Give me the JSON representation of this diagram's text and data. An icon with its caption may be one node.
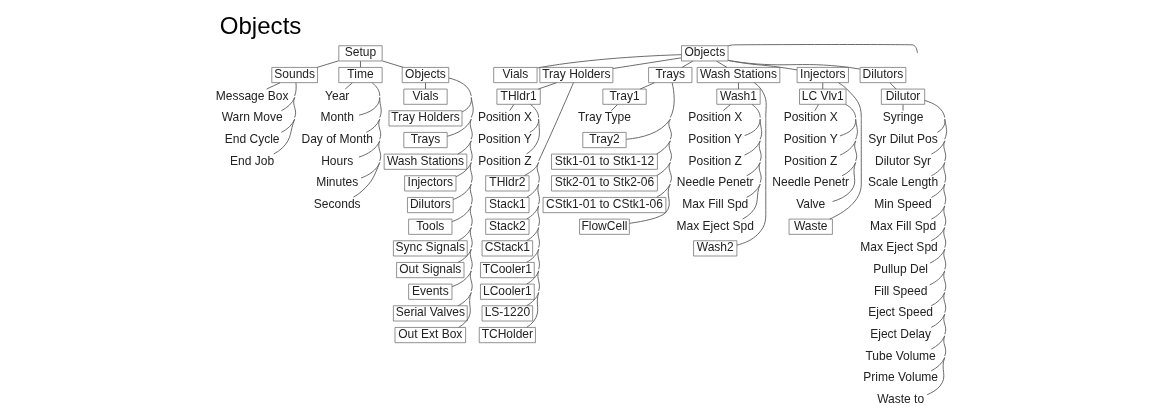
{
  "diagram": {
    "title": "Objects",
    "nodes": [
      {
        "text": [
          "Setup"
        ]
      },
      {
        "text": [
          "Sounds"
        ]
      },
      {
        "text": [
          "Message Box"
        ]
      },
      {
        "text": [
          "Warn Move"
        ]
      },
      {
        "text": [
          "End Cycle"
        ]
      },
      {
        "text": [
          "End Job"
        ]
      },
      {
        "text": [
          "Time"
        ]
      },
      {
        "text": [
          "Year"
        ]
      },
      {
        "text": [
          "Month"
        ]
      },
      {
        "text": [
          "Day of Month"
        ]
      },
      {
        "text": [
          "Hours"
        ]
      },
      {
        "text": [
          "Minutes"
        ]
      },
      {
        "text": [
          "Seconds"
        ]
      },
      {
        "text": [
          "Objects"
        ]
      },
      {
        "text": [
          "Vials"
        ]
      },
      {
        "text": [
          "Tray Holders"
        ]
      },
      {
        "text": [
          "Trays"
        ]
      },
      {
        "text": [
          "Wash Stations"
        ]
      },
      {
        "text": [
          "Injectors"
        ]
      },
      {
        "text": [
          "Dilutors"
        ]
      },
      {
        "text": [
          "Tools"
        ]
      },
      {
        "text": [
          "Sync Signals"
        ]
      },
      {
        "text": [
          "Out Signals"
        ]
      },
      {
        "text": [
          "Events"
        ]
      },
      {
        "text": [
          "Serial Valves"
        ]
      },
      {
        "text": [
          "Out Ext Box"
        ]
      },
      {
        "text": [
          "Objects"
        ]
      },
      {
        "text": [
          "Vials"
        ]
      },
      {
        "text": [
          "Tray Holders"
        ]
      },
      {
        "text": [
          "THldr1"
        ]
      },
      {
        "text": [
          "Position X"
        ]
      },
      {
        "text": [
          "Position Y"
        ]
      },
      {
        "text": [
          "Position Z"
        ]
      },
      {
        "text": [
          "THldr2"
        ]
      },
      {
        "text": [
          "Stack1"
        ]
      },
      {
        "text": [
          "Stack2"
        ]
      },
      {
        "text": [
          "CStack1"
        ]
      },
      {
        "text": [
          "TCooler1"
        ]
      },
      {
        "text": [
          "LCooler1"
        ]
      },
      {
        "text": [
          "LS-1220"
        ]
      },
      {
        "text": [
          "TCHolder"
        ]
      },
      {
        "text": [
          "Trays"
        ]
      },
      {
        "text": [
          "Tray1"
        ]
      },
      {
        "text": [
          "Tray Type"
        ]
      },
      {
        "text": [
          "Tray2"
        ]
      },
      {
        "text": [
          "Stk1-01 to Stk1-12"
        ]
      },
      {
        "text": [
          "Stk2-01 to Stk2-06"
        ]
      },
      {
        "text": [
          "CStk1-01 to CStk1-06"
        ]
      },
      {
        "text": [
          "FlowCell"
        ]
      },
      {
        "text": [
          "Wash Stations"
        ]
      },
      {
        "text": [
          "Wash1"
        ]
      },
      {
        "text": [
          "Position X"
        ]
      },
      {
        "text": [
          "Position Y"
        ]
      },
      {
        "text": [
          "Position Z"
        ]
      },
      {
        "text": [
          "Needle Penetr"
        ]
      },
      {
        "text": [
          "Max Fill Spd"
        ]
      },
      {
        "text": [
          "Max Eject Spd"
        ]
      },
      {
        "text": [
          "Wash2"
        ]
      },
      {
        "text": [
          "Injectors"
        ]
      },
      {
        "text": [
          "LC Vlv1"
        ]
      },
      {
        "text": [
          "Position X"
        ]
      },
      {
        "text": [
          "Position Y"
        ]
      },
      {
        "text": [
          "Position Z"
        ]
      },
      {
        "text": [
          "Needle Penetr"
        ]
      },
      {
        "text": [
          "Valve"
        ]
      },
      {
        "text": [
          "Waste"
        ]
      },
      {
        "text": [
          "Dilutors"
        ]
      },
      {
        "text": [
          "Dilutor"
        ]
      },
      {
        "text": [
          "Syringe"
        ]
      },
      {
        "text": [
          "Syr Dilut Pos"
        ]
      },
      {
        "text": [
          "Dilutor Syr"
        ]
      },
      {
        "text": [
          "Scale Length"
        ]
      },
      {
        "text": [
          "Min Speed"
        ]
      },
      {
        "text": [
          "Max Fill Spd"
        ]
      },
      {
        "text": [
          "Max Eject Spd"
        ]
      },
      {
        "text": [
          "Pullup Del"
        ]
      },
      {
        "text": [
          "Fill Speed"
        ]
      },
      {
        "text": [
          "Eject Speed"
        ]
      },
      {
        "text": [
          "Eject Delay"
        ]
      },
      {
        "text": [
          "Tube Volume"
        ]
      },
      {
        "text": [
          "Prime Volume"
        ]
      },
      {
        "text": [
          "Waste to"
        ]
      }
    ],
    "edges": [
      {
        "from": 0,
        "to": 1,
        "arrow": "none"
      },
      {
        "from": 0,
        "to": 6,
        "arrow": "none"
      },
      {
        "from": 0,
        "to": 13,
        "arrow": "none"
      },
      {
        "from": 1,
        "to": 2,
        "arrow": "none"
      },
      {
        "from": 1,
        "to": 3,
        "arrow": "none"
      },
      {
        "from": 1,
        "to": 4,
        "arrow": "none"
      },
      {
        "from": 1,
        "to": 5,
        "arrow": "none"
      },
      {
        "from": 6,
        "to": 7,
        "arrow": "none"
      },
      {
        "from": 6,
        "to": 8,
        "arrow": "none"
      },
      {
        "from": 6,
        "to": 9,
        "arrow": "none"
      },
      {
        "from": 6,
        "to": 10,
        "arrow": "none"
      },
      {
        "from": 6,
        "to": 11,
        "arrow": "none"
      },
      {
        "from": 6,
        "to": 12,
        "arrow": "none"
      },
      {
        "from": 13,
        "to": 14,
        "arrow": "none"
      },
      {
        "from": 13,
        "to": 15,
        "arrow": "none"
      },
      {
        "from": 13,
        "to": 16,
        "arrow": "none"
      },
      {
        "from": 13,
        "to": 17,
        "arrow": "none"
      },
      {
        "from": 13,
        "to": 18,
        "arrow": "none"
      },
      {
        "from": 13,
        "to": 19,
        "arrow": "none"
      },
      {
        "from": 13,
        "to": 20,
        "arrow": "none"
      },
      {
        "from": 13,
        "to": 21,
        "arrow": "none"
      },
      {
        "from": 13,
        "to": 22,
        "arrow": "none"
      },
      {
        "from": 13,
        "to": 23,
        "arrow": "none"
      },
      {
        "from": 13,
        "to": 24,
        "arrow": "none"
      },
      {
        "from": 13,
        "to": 25,
        "arrow": "none"
      },
      {
        "from": 26,
        "to": 27,
        "arrow": "none"
      },
      {
        "from": 26,
        "to": 28,
        "arrow": "none"
      },
      {
        "from": 26,
        "to": 41,
        "arrow": "none"
      },
      {
        "from": 26,
        "to": 49,
        "arrow": "none"
      },
      {
        "from": 26,
        "to": 58,
        "arrow": "none"
      },
      {
        "from": 26,
        "to": 66,
        "arrow": "none"
      },
      {
        "from": 26,
        "to": null,
        "arrow": "none"
      },
      {
        "from": 28,
        "to": 29,
        "arrow": "none"
      },
      {
        "from": 29,
        "to": 30,
        "arrow": "none"
      },
      {
        "from": 29,
        "to": 31,
        "arrow": "none"
      },
      {
        "from": 29,
        "to": 32,
        "arrow": "none"
      },
      {
        "from": 28,
        "to": 33,
        "arrow": "none"
      },
      {
        "from": 28,
        "to": 34,
        "arrow": "none"
      },
      {
        "from": 28,
        "to": 35,
        "arrow": "none"
      },
      {
        "from": 28,
        "to": 36,
        "arrow": "none"
      },
      {
        "from": 28,
        "to": 37,
        "arrow": "none"
      },
      {
        "from": 28,
        "to": 38,
        "arrow": "none"
      },
      {
        "from": 28,
        "to": 39,
        "arrow": "none"
      },
      {
        "from": 28,
        "to": 40,
        "arrow": "none"
      },
      {
        "from": 41,
        "to": 42,
        "arrow": "none"
      },
      {
        "from": 42,
        "to": 43,
        "arrow": "none"
      },
      {
        "from": 41,
        "to": 44,
        "arrow": "none"
      },
      {
        "from": 41,
        "to": 45,
        "arrow": "none"
      },
      {
        "from": 41,
        "to": 46,
        "arrow": "none"
      },
      {
        "from": 41,
        "to": 47,
        "arrow": "none"
      },
      {
        "from": 41,
        "to": 48,
        "arrow": "none"
      },
      {
        "from": 49,
        "to": 50,
        "arrow": "none"
      },
      {
        "from": 50,
        "to": 51,
        "arrow": "none"
      },
      {
        "from": 50,
        "to": 52,
        "arrow": "none"
      },
      {
        "from": 50,
        "to": 53,
        "arrow": "none"
      },
      {
        "from": 50,
        "to": 54,
        "arrow": "none"
      },
      {
        "from": 50,
        "to": 55,
        "arrow": "none"
      },
      {
        "from": 50,
        "to": 56,
        "arrow": "none"
      },
      {
        "from": 49,
        "to": 57,
        "arrow": "none"
      },
      {
        "from": 58,
        "to": 59,
        "arrow": "none"
      },
      {
        "from": 59,
        "to": 60,
        "arrow": "none"
      },
      {
        "from": 59,
        "to": 61,
        "arrow": "none"
      },
      {
        "from": 59,
        "to": 62,
        "arrow": "none"
      },
      {
        "from": 59,
        "to": 63,
        "arrow": "none"
      },
      {
        "from": 59,
        "to": 64,
        "arrow": "none"
      },
      {
        "from": 58,
        "to": 65,
        "arrow": "none"
      },
      {
        "from": 66,
        "to": 67,
        "arrow": "none"
      },
      {
        "from": 67,
        "to": 68,
        "arrow": "none"
      },
      {
        "from": 67,
        "to": 69,
        "arrow": "none"
      },
      {
        "from": 67,
        "to": 70,
        "arrow": "none"
      },
      {
        "from": 67,
        "to": 71,
        "arrow": "none"
      },
      {
        "from": 67,
        "to": 72,
        "arrow": "none"
      },
      {
        "from": 67,
        "to": 73,
        "arrow": "none"
      },
      {
        "from": 67,
        "to": 74,
        "arrow": "none"
      },
      {
        "from": 67,
        "to": 75,
        "arrow": "none"
      },
      {
        "from": 67,
        "to": 76,
        "arrow": "none"
      },
      {
        "from": 67,
        "to": 77,
        "arrow": "none"
      },
      {
        "from": 67,
        "to": 78,
        "arrow": "none"
      },
      {
        "from": 67,
        "to": 79,
        "arrow": "none"
      },
      {
        "from": 67,
        "to": 80,
        "arrow": "none"
      },
      {
        "from": 67,
        "to": 81,
        "arrow": "none"
      }
    ]
  }
}
